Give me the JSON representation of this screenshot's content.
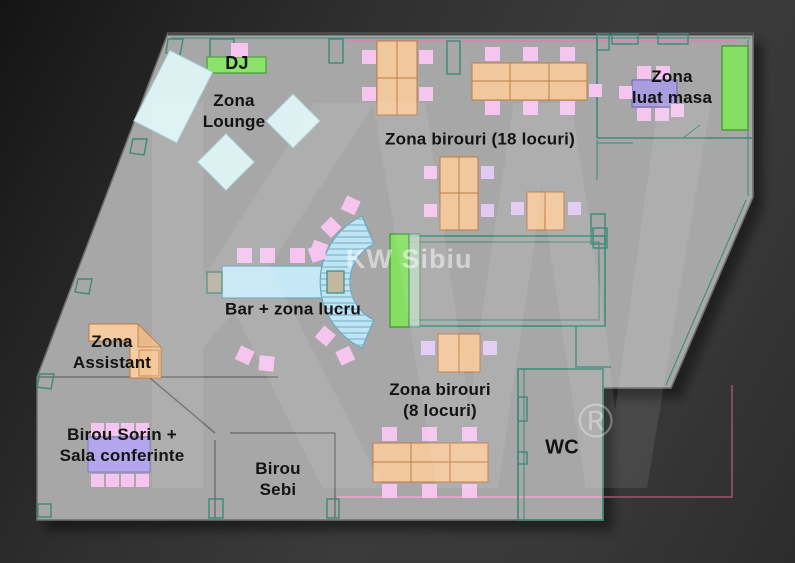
{
  "viewport": {
    "type": "3d-floor-plan-view",
    "description": "Office floor plan top view with labeled zones"
  },
  "zones": {
    "dj": "DJ",
    "lounge": "Zona\nLounge",
    "offices_18": "Zona birouri (18 locuri)",
    "dining": "Zona\nluat masa",
    "bar": "Bar + zona lucru",
    "assistant": "Zona\nAssistant",
    "sorin": "Birou Sorin +\nSala conferinte",
    "sebi": "Birou\nSebi",
    "offices_8": "Zona birouri\n(8 locuri)",
    "wc": "WC"
  },
  "watermarks": {
    "brand_large": "KW",
    "brand_small": "KW Sibiu",
    "registered": "®"
  },
  "colors": {
    "floor": "#a7a7a7",
    "background": "#363636",
    "wall_teal": "#3d8a78",
    "desk": "#f1c79d",
    "chair_pink": "#f5c5ef",
    "chair_lavender": "#e2c9f3",
    "accent_green": "#86df63",
    "table_purple": "#b3a6ec",
    "bar_blue": "#c6e7f5",
    "lounge_cyan": "#ddf1f3",
    "line_pink": "#d687b4",
    "line_maroon": "#8f4f63"
  }
}
